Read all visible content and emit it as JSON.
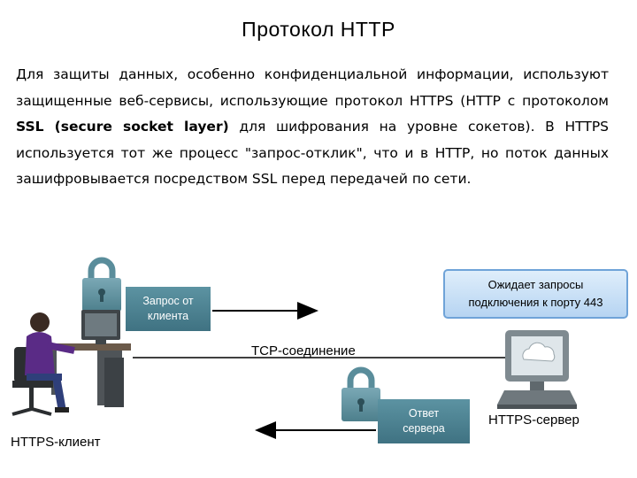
{
  "title": "Протокол HTTP",
  "paragraph": {
    "part1": "Для защиты данных, особенно конфиденциальной информации, используют защищенные веб-сервисы, использующие протокол HTTPS (HTTP с протоколом ",
    "bold1": "SSL (secure socket layer)",
    "part2": " для шифрования на уровне сокетов). В HTTPS используется тот же процесс \"запрос-отклик\", что и в HTTP, но поток данных зашифровывается посредством SSL перед передачей по сети."
  },
  "diagram": {
    "request_line1": "Запрос от",
    "request_line2": "клиента",
    "callout_line1": "Ожидает запросы",
    "callout_line2": "подключения к порту 443",
    "tcp_label": "TCP-соединение",
    "response_line1": "Ответ",
    "response_line2": "сервера",
    "server_label": "HTTPS-сервер",
    "client_label": "HTTPS-клиент"
  },
  "colors": {
    "box": "#4a7f8f",
    "lock": "#5a8d9b",
    "callout_border": "#6fa3d8"
  }
}
